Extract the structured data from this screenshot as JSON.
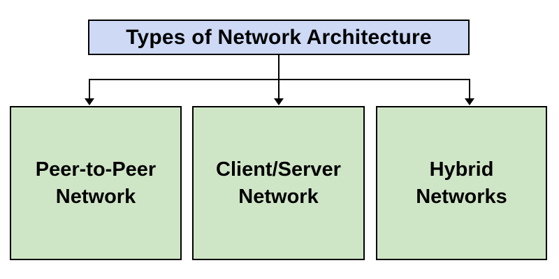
{
  "diagram": {
    "root": {
      "label": "Types of Network Architecture"
    },
    "children": [
      {
        "label": "Peer-to-Peer Network",
        "lines": [
          "Peer-to-Peer",
          "Network"
        ]
      },
      {
        "label": "Client/Server Network",
        "lines": [
          "Client/Server",
          "Network"
        ]
      },
      {
        "label": "Hybrid Networks",
        "lines": [
          "Hybrid",
          "Networks"
        ]
      }
    ]
  },
  "colors": {
    "background": "#ffffff",
    "root_fill": "#cdd9f5",
    "child_fill": "#cfe6c6",
    "border": "#000000",
    "connector": "#000000",
    "text": "#000000"
  }
}
